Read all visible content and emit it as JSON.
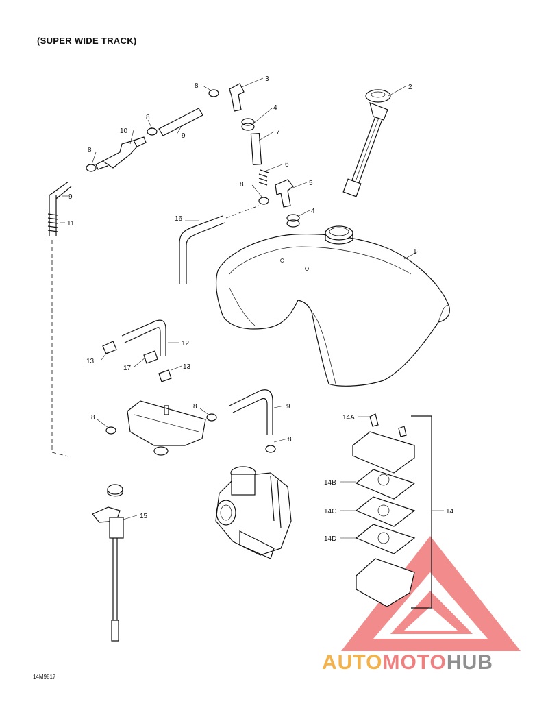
{
  "title": "(SUPER WIDE TRACK)",
  "figure_code": "14M9817",
  "watermark": {
    "part1": "AUTO",
    "part2": "MOTO",
    "part3": "HUB",
    "colors": {
      "auto": "#f3b24a",
      "moto": "#f08080",
      "hub": "#8f8f8f",
      "triangle": "#f07878"
    }
  },
  "callouts": {
    "c1": "1",
    "c2": "2",
    "c3": "3",
    "c4a": "4",
    "c4b": "4",
    "c5": "5",
    "c6": "6",
    "c7": "7",
    "c8a": "8",
    "c8b": "8",
    "c8c": "8",
    "c8d": "8",
    "c8e": "8",
    "c8f": "8",
    "c8g": "8",
    "c9a": "9",
    "c9b": "9",
    "c9c": "9",
    "c10": "10",
    "c11": "11",
    "c12": "12",
    "c13a": "13",
    "c13b": "13",
    "c14": "14",
    "c14a": "14A",
    "c14b": "14B",
    "c14c": "14C",
    "c14d": "14D",
    "c15": "15",
    "c16": "16",
    "c17": "17"
  }
}
